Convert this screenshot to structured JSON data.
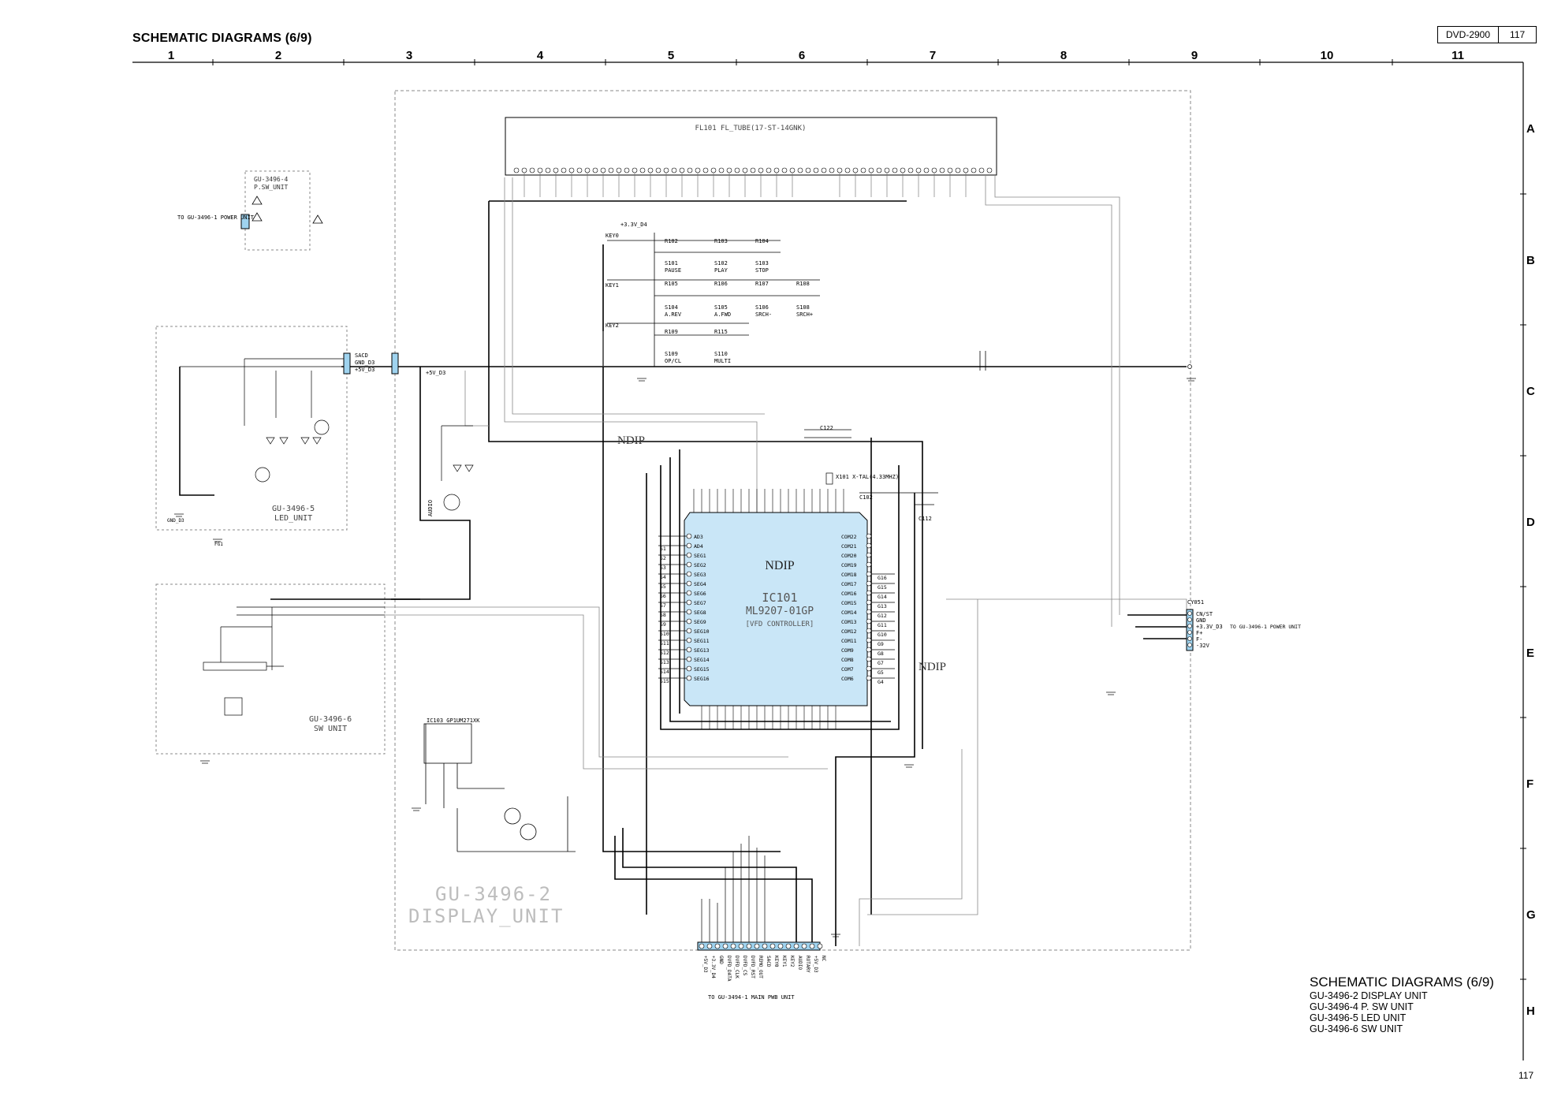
{
  "header": {
    "title": "SCHEMATIC DIAGRAMS (6/9)",
    "model": "DVD-2900",
    "page": "117"
  },
  "grid": {
    "columns": [
      "1",
      "2",
      "3",
      "4",
      "5",
      "6",
      "7",
      "8",
      "9",
      "10",
      "11"
    ],
    "rows": [
      "A",
      "B",
      "C",
      "D",
      "E",
      "F",
      "G",
      "H"
    ]
  },
  "units": {
    "display": [
      "GU-3496-2",
      "DISPLAY_UNIT"
    ],
    "psw": [
      "GU-3496-4",
      "P.SW_UNIT"
    ],
    "led": [
      "GU-3496-5",
      "LED_UNIT"
    ],
    "sw": [
      "GU-3496-6",
      "SW UNIT"
    ]
  },
  "ic": {
    "ref": "IC101",
    "part": "ML9207-01GP",
    "desc": "[VFD CONTROLLER]",
    "ndip": "NDIP"
  },
  "fl_tube": "FL101  FL_TUBE(17-ST-14GNK)",
  "labels": {
    "to_power_left": "TO GU-3496-1\nPOWER UNIT",
    "to_power_right": "TO GU-3496-1\nPOWER UNIT",
    "to_main": "TO GU-3494-1   MAIN PWB UNIT",
    "key0": "KEY0",
    "key1": "KEY1",
    "key2": "KEY2",
    "v33": "+3.3V_D4",
    "v5": "+5V_D3",
    "audio": "AUDIO",
    "sacd": "SACD",
    "gnd": "GND_D3",
    "fg1": "FG1",
    "ir": "IC103 GP1UM271XK",
    "cy051": "CY051",
    "x101": "X101 X-TAL(4.33MHZ)"
  },
  "keys": [
    [
      "S101",
      "PAUSE"
    ],
    [
      "S102",
      "PLAY"
    ],
    [
      "S103",
      "STOP"
    ],
    [
      "S104",
      "A.REV"
    ],
    [
      "S105",
      "A.FWD"
    ],
    [
      "S106",
      "SRCH-"
    ],
    [
      "S108",
      "SRCH+"
    ],
    [
      "S109",
      "OP/CL"
    ],
    [
      "S110",
      "MULTI"
    ]
  ],
  "right_conn": [
    "CN/ST",
    "GND",
    "+3.3V_D3",
    "F+",
    "F-",
    "-32V"
  ],
  "bottom_conn": [
    "+5V_D3",
    "+3.3V_D4",
    "GND",
    "DVFD_DATA",
    "DVFD_CLK",
    "DVFD_CS",
    "DVFD_RST",
    "REMO_OUT",
    "SACD",
    "KEY0",
    "KEY1",
    "KEY2",
    "AUDIO",
    "ROTARY",
    "+5V_D3",
    "NC"
  ],
  "caption": {
    "title": "SCHEMATIC DIAGRAMS (6/9)",
    "lines": [
      "GU-3496-2 DISPLAY UNIT",
      "GU-3496-4 P. SW UNIT",
      "GU-3496-5 LED UNIT",
      "GU-3496-6 SW UNIT"
    ]
  },
  "footer": {
    "page": "117"
  }
}
